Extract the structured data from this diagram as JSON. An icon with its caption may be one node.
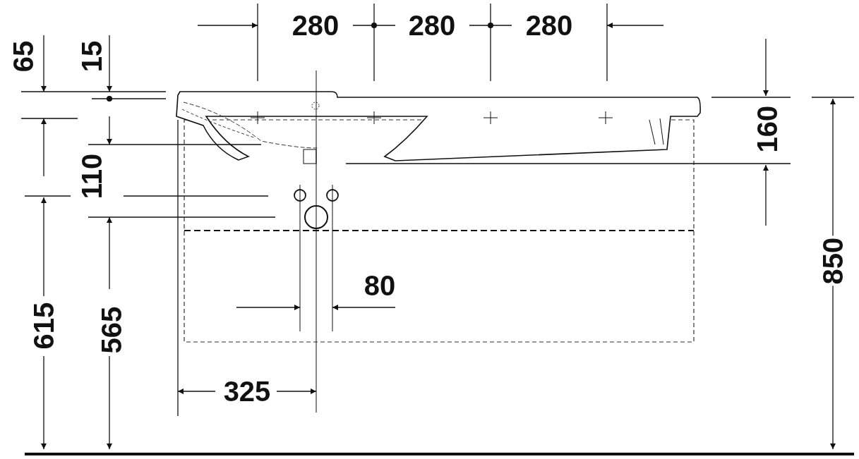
{
  "diagram": {
    "labels": [
      "280",
      "280",
      "280",
      "65",
      "15",
      "160",
      "110",
      "80",
      "615",
      "565",
      "850",
      "325"
    ]
  }
}
